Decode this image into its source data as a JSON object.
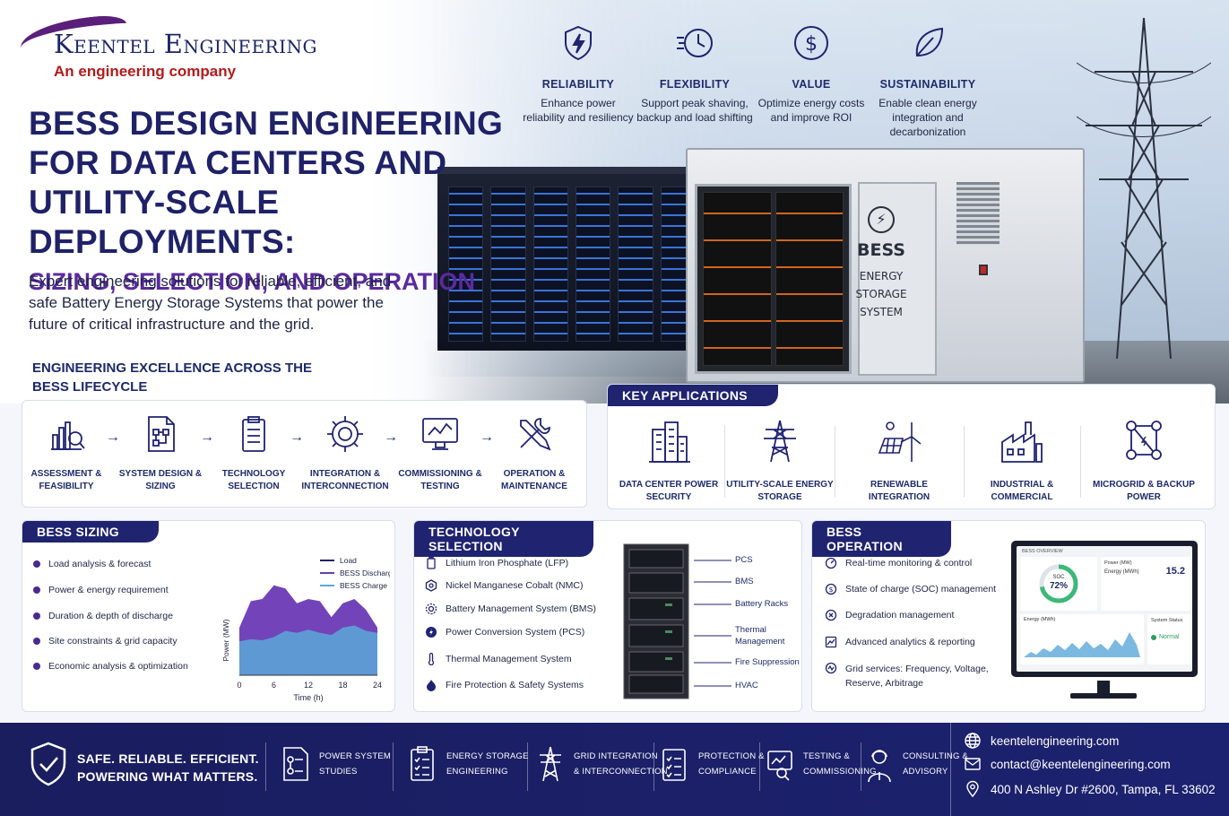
{
  "brand": {
    "name": "Keentel Engineering",
    "tagline": "An engineering company",
    "colors": {
      "navy": "#1f2370",
      "purple": "#5b2a9e",
      "red": "#b31b1b"
    }
  },
  "hero": {
    "title": "BESS DESIGN ENGINEERING FOR DATA CENTERS AND UTILITY-SCALE DEPLOYMENTS:",
    "subtitle": "SIZING, SELECTION, AND OPERATION",
    "intro": "Expert engineering solutions for reliable, efficient, and safe Battery Energy Storage Systems that power the future of critical infrastructure and the grid.",
    "container_label": {
      "big": "BESS",
      "line1": "ENERGY",
      "line2": "STORAGE",
      "line3": "SYSTEM"
    }
  },
  "benefits": [
    {
      "icon": "shield-bolt-icon",
      "title": "RELIABILITY",
      "desc": "Enhance power reliability and resiliency"
    },
    {
      "icon": "clock-icon",
      "title": "FLEXIBILITY",
      "desc": "Support peak shaving, backup and load shifting"
    },
    {
      "icon": "dollar-icon",
      "title": "VALUE",
      "desc": "Optimize energy costs and improve ROI"
    },
    {
      "icon": "leaf-icon",
      "title": "SUSTAINABILITY",
      "desc": "Enable clean energy integration and decarbonization"
    }
  ],
  "lifecycle": {
    "title": "ENGINEERING EXCELLENCE ACROSS THE BESS LIFECYCLE",
    "arrow": "→",
    "steps": [
      {
        "icon": "chart-magnifier-icon",
        "label": "ASSESSMENT & FEASIBILITY"
      },
      {
        "icon": "design-document-icon",
        "label": "SYSTEM DESIGN & SIZING"
      },
      {
        "icon": "clipboard-icon",
        "label": "TECHNOLOGY SELECTION"
      },
      {
        "icon": "gear-icon",
        "label": "INTEGRATION & INTERCONNECTION"
      },
      {
        "icon": "monitor-chart-icon",
        "label": "COMMISSIONING & TESTING"
      },
      {
        "icon": "tools-icon",
        "label": "OPERATION & MAINTENANCE"
      }
    ]
  },
  "key_applications": {
    "title": "KEY APPLICATIONS",
    "items": [
      {
        "icon": "buildings-icon",
        "label": "DATA CENTER POWER SECURITY"
      },
      {
        "icon": "transmission-tower-icon",
        "label": "UTILITY-SCALE ENERGY STORAGE"
      },
      {
        "icon": "solar-wind-icon",
        "label": "RENEWABLE INTEGRATION"
      },
      {
        "icon": "factory-icon",
        "label": "INDUSTRIAL & COMMERCIAL"
      },
      {
        "icon": "network-icon",
        "label": "MICROGRID & BACKUP POWER"
      }
    ]
  },
  "sizing": {
    "title": "BESS SIZING",
    "items": [
      "Load analysis & forecast",
      "Power & energy requirement",
      "Duration & depth of discharge",
      "Site constraints & grid capacity",
      "Economic analysis & optimization"
    ]
  },
  "chart_data": {
    "type": "area",
    "title": "",
    "xlabel": "Time (h)",
    "ylabel": "Power (MW)",
    "x_ticks": [
      "0",
      "6",
      "12",
      "18",
      "24"
    ],
    "xlim": [
      0,
      24
    ],
    "legend_position": "top-right",
    "x": [
      0,
      2,
      4,
      6,
      8,
      10,
      12,
      14,
      16,
      18,
      20,
      22,
      24
    ],
    "series": [
      {
        "name": "Load",
        "color": "#1f2370",
        "values": []
      },
      {
        "name": "BESS Discharge",
        "color": "#6b3ab5",
        "values": [
          0.45,
          0.7,
          0.72,
          0.85,
          0.82,
          0.68,
          0.72,
          0.7,
          0.55,
          0.68,
          0.72,
          0.62,
          0.45
        ]
      },
      {
        "name": "BESS Charge",
        "color": "#5aa8d8",
        "values": [
          0.32,
          0.34,
          0.33,
          0.36,
          0.42,
          0.4,
          0.43,
          0.4,
          0.38,
          0.45,
          0.47,
          0.42,
          0.4
        ]
      }
    ]
  },
  "technology": {
    "title": "TECHNOLOGY SELECTION",
    "items": [
      {
        "icon": "battery-icon",
        "label": "Lithium Iron Phosphate (LFP)"
      },
      {
        "icon": "hexagon-icon",
        "label": "Nickel Manganese Cobalt (NMC)"
      },
      {
        "icon": "gear-icon",
        "label": "Battery Management System (BMS)"
      },
      {
        "icon": "power-gear-icon",
        "label": "Power Conversion System (PCS)"
      },
      {
        "icon": "thermometer-icon",
        "label": "Thermal Management System"
      },
      {
        "icon": "flame-icon",
        "label": "Fire Protection & Safety Systems"
      }
    ],
    "rack_labels": [
      "PCS",
      "BMS",
      "Battery Racks",
      "Thermal Management",
      "Fire Suppression",
      "HVAC"
    ]
  },
  "operation": {
    "title": "BESS OPERATION",
    "items": [
      {
        "icon": "monitor-gauge-icon",
        "label": "Real-time monitoring & control"
      },
      {
        "icon": "dollar-icon",
        "label": "State of charge (SOC) management"
      },
      {
        "icon": "degradation-icon",
        "label": "Degradation management"
      },
      {
        "icon": "analytics-icon",
        "label": "Advanced analytics & reporting"
      },
      {
        "icon": "grid-services-icon",
        "label": "Grid services: Frequency, Voltage, Reserve, Arbitrage"
      }
    ],
    "dashboard": {
      "header": "BESS OVERVIEW",
      "soc_label": "SOC",
      "soc_value": "72%",
      "soc_fraction": 0.72,
      "power_label": "Power (MW)",
      "energy_label": "Energy (MWh)",
      "power_value": "15.2",
      "energy_chart_label": "Energy (MWh)",
      "status_label": "System Status",
      "status_value": "Normal"
    }
  },
  "footer": {
    "motto_line1": "SAFE. RELIABLE. EFFICIENT.",
    "motto_line2": "POWERING WHAT MATTERS.",
    "services": [
      {
        "icon": "document-flow-icon",
        "line1": "POWER SYSTEM",
        "line2": "STUDIES"
      },
      {
        "icon": "checklist-icon",
        "line1": "ENERGY STORAGE",
        "line2": "ENGINEERING"
      },
      {
        "icon": "transmission-tower-icon",
        "line1": "GRID INTEGRATION",
        "line2": "& INTERCONNECTION"
      },
      {
        "icon": "checklist-icon",
        "line1": "PROTECTION &",
        "line2": "COMPLIANCE"
      },
      {
        "icon": "testing-icon",
        "line1": "TESTING &",
        "line2": "COMMISSIONING"
      },
      {
        "icon": "consultant-icon",
        "line1": "CONSULTING &",
        "line2": "ADVISORY"
      }
    ],
    "contact": {
      "website": "keentelengineering.com",
      "email": "contact@keentelengineering.com",
      "address": "400 N Ashley Dr #2600, Tampa, FL 33602"
    }
  }
}
